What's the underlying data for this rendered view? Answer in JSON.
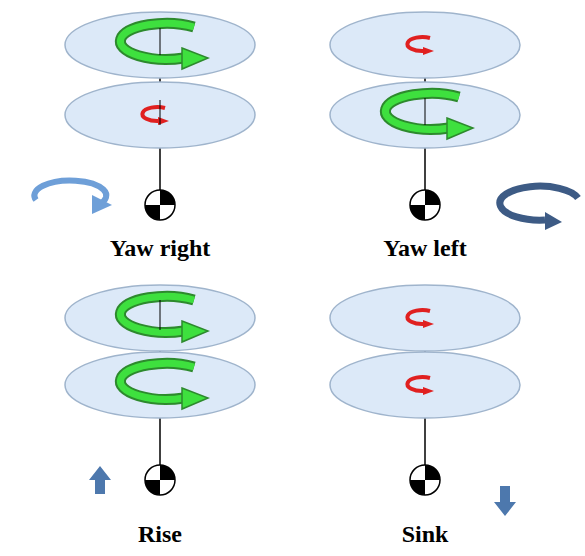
{
  "diagram": {
    "labels": [
      "Yaw right",
      "Yaw left",
      "Rise",
      "Sink"
    ]
  }
}
